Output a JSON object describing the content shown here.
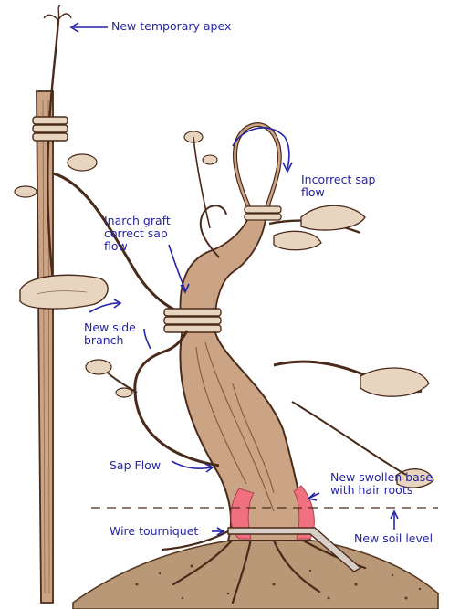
{
  "colors": {
    "ink": "#4a2a1a",
    "wood": "#caa484",
    "bark": "#8a5a3a",
    "leaf": "#e8d5bf",
    "label": "#2424a8",
    "swelling": "#f07080",
    "background": "#ffffff"
  },
  "labels": {
    "new_apex": "New temporary apex",
    "incorrect_sap": [
      "Incorrect sap",
      "flow"
    ],
    "inarch_graft": [
      "Inarch graft",
      "correct sap",
      "flow"
    ],
    "side_branch": [
      "New side",
      "branch"
    ],
    "sap_flow": "Sap Flow",
    "swollen_base": [
      "New swollen base",
      "with hair roots"
    ],
    "tourniquet": "Wire tourniquet",
    "soil_level": "New soil level"
  }
}
